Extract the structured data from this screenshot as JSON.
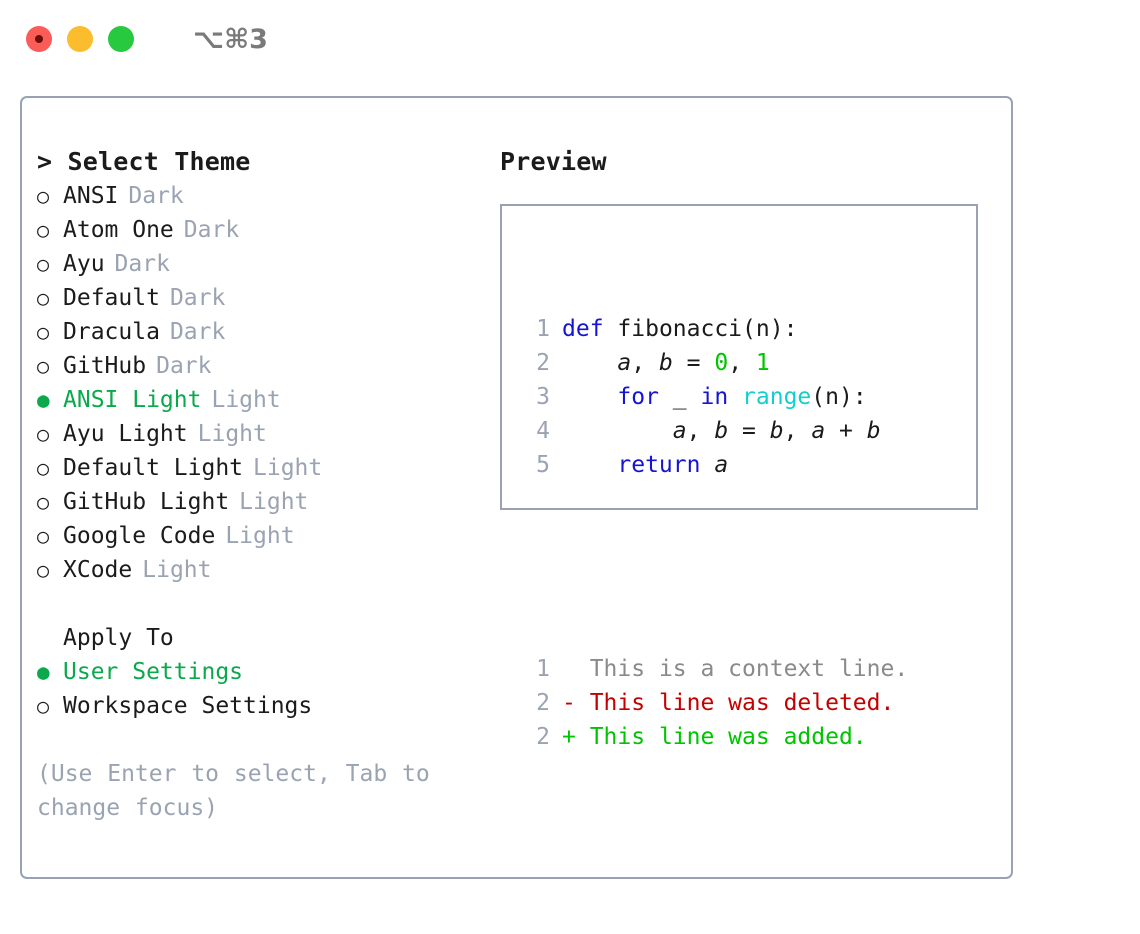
{
  "window": {
    "traffic_lights": [
      "close",
      "minimize",
      "maximize"
    ],
    "shortcut_label": "⌥⌘3"
  },
  "theme_picker": {
    "heading_prefix": "> ",
    "heading": "Select Theme",
    "selected_marker": "●",
    "unselected_marker": "○",
    "options": [
      {
        "marker": "○",
        "name": "ANSI",
        "kind": "Dark",
        "selected": false
      },
      {
        "marker": "○",
        "name": "Atom One",
        "kind": "Dark",
        "selected": false
      },
      {
        "marker": "○",
        "name": "Ayu",
        "kind": "Dark",
        "selected": false
      },
      {
        "marker": "○",
        "name": "Default",
        "kind": "Dark",
        "selected": false
      },
      {
        "marker": "○",
        "name": "Dracula",
        "kind": "Dark",
        "selected": false
      },
      {
        "marker": "○",
        "name": "GitHub",
        "kind": "Dark",
        "selected": false
      },
      {
        "marker": "●",
        "name": "ANSI Light",
        "kind": "Light",
        "selected": true
      },
      {
        "marker": "○",
        "name": "Ayu Light",
        "kind": "Light",
        "selected": false
      },
      {
        "marker": "○",
        "name": "Default Light",
        "kind": "Light",
        "selected": false
      },
      {
        "marker": "○",
        "name": "GitHub Light",
        "kind": "Light",
        "selected": false
      },
      {
        "marker": "○",
        "name": "Google Code",
        "kind": "Light",
        "selected": false
      },
      {
        "marker": "○",
        "name": "XCode",
        "kind": "Light",
        "selected": false
      }
    ]
  },
  "apply_to": {
    "heading": "Apply To",
    "options": [
      {
        "marker": "●",
        "name": "User Settings",
        "selected": true
      },
      {
        "marker": "○",
        "name": "Workspace Settings",
        "selected": false
      }
    ]
  },
  "hint": "(Use Enter to select, Tab to change focus)",
  "preview": {
    "heading": "Preview",
    "code_lines": [
      {
        "num": "1",
        "tokens": [
          {
            "t": "def",
            "c": "k-kw"
          },
          {
            "t": " ",
            "c": "k-punct"
          },
          {
            "t": "fibonacci",
            "c": "k-fn"
          },
          {
            "t": "(n):",
            "c": "k-punct"
          }
        ]
      },
      {
        "num": "2",
        "tokens": [
          {
            "t": "    ",
            "c": "k-punct"
          },
          {
            "t": "a",
            "c": "k-var"
          },
          {
            "t": ", ",
            "c": "k-punct"
          },
          {
            "t": "b",
            "c": "k-var"
          },
          {
            "t": " = ",
            "c": "k-punct"
          },
          {
            "t": "0",
            "c": "k-num"
          },
          {
            "t": ", ",
            "c": "k-punct"
          },
          {
            "t": "1",
            "c": "k-num"
          }
        ]
      },
      {
        "num": "3",
        "tokens": [
          {
            "t": "    ",
            "c": "k-punct"
          },
          {
            "t": "for",
            "c": "k-kw"
          },
          {
            "t": " _ ",
            "c": "k-punct"
          },
          {
            "t": "in",
            "c": "k-kw"
          },
          {
            "t": " ",
            "c": "k-punct"
          },
          {
            "t": "range",
            "c": "k-built"
          },
          {
            "t": "(n):",
            "c": "k-punct"
          }
        ]
      },
      {
        "num": "4",
        "tokens": [
          {
            "t": "        ",
            "c": "k-punct"
          },
          {
            "t": "a",
            "c": "k-var"
          },
          {
            "t": ", ",
            "c": "k-punct"
          },
          {
            "t": "b",
            "c": "k-var"
          },
          {
            "t": " = ",
            "c": "k-punct"
          },
          {
            "t": "b",
            "c": "k-var"
          },
          {
            "t": ", ",
            "c": "k-punct"
          },
          {
            "t": "a",
            "c": "k-var"
          },
          {
            "t": " + ",
            "c": "k-punct"
          },
          {
            "t": "b",
            "c": "k-var"
          }
        ]
      },
      {
        "num": "5",
        "tokens": [
          {
            "t": "    ",
            "c": "k-punct"
          },
          {
            "t": "return",
            "c": "k-kw"
          },
          {
            "t": " ",
            "c": "k-punct"
          },
          {
            "t": "a",
            "c": "k-var"
          }
        ]
      }
    ],
    "diff_lines": [
      {
        "num": "1",
        "sign": "  ",
        "text": "This is a context line.",
        "cls": "d-ctx"
      },
      {
        "num": "2",
        "sign": "- ",
        "text": "This line was deleted.",
        "cls": "d-del"
      },
      {
        "num": "2",
        "sign": "+ ",
        "text": "This line was added.",
        "cls": "d-add"
      }
    ]
  },
  "colors": {
    "accent_green": "#0ba84c",
    "muted_gray": "#9aa3b2",
    "border": "#98a2b3",
    "text": "#1b1b1b",
    "keyword_blue": "#1414d2",
    "builtin_cyan": "#12cfcf",
    "number_green": "#00c400",
    "diff_add_green": "#00c400",
    "diff_del_red": "#c40000",
    "diff_ctx_gray": "#8a8a8a",
    "traffic_red": "#fc5c57",
    "traffic_yellow": "#fbbd2e",
    "traffic_green": "#27c93f"
  }
}
